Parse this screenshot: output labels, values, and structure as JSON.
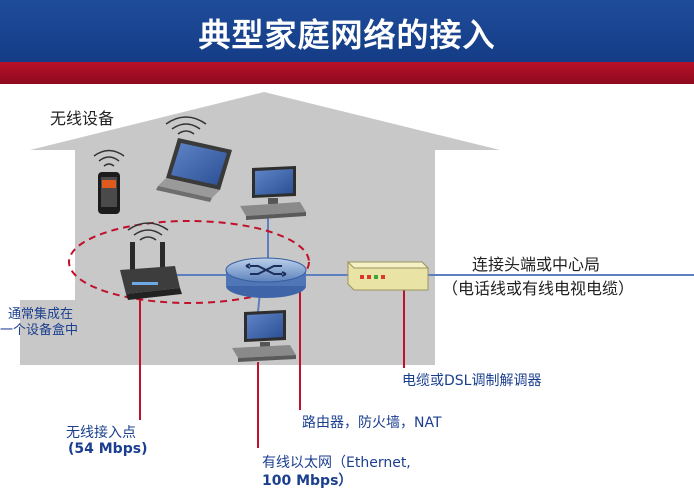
{
  "header": {
    "title": "典型家庭网络的接入"
  },
  "labels": {
    "wireless_devices": "无线设备",
    "isp_connection": "连接头端或中心局",
    "isp_connection_sub": "（电话线或有线电视电缆）",
    "integrated_line1": "通常集成在",
    "integrated_line2": "一个设备盒中",
    "modem": "电缆或DSL调制解调器",
    "router": "路由器，防火墙，NAT",
    "access_point": "无线接入点",
    "access_point_speed": "(54 Mbps)",
    "ethernet_line1": "有线以太网（Ethernet,",
    "ethernet_line2": "100 Mbps）"
  },
  "colors": {
    "header_blue": "#1f4c9a",
    "accent_red": "#b8102a",
    "house_gray": "#c8c8c8",
    "label_blue": "#1b3f8f",
    "pointer_red": "#c0102a"
  }
}
